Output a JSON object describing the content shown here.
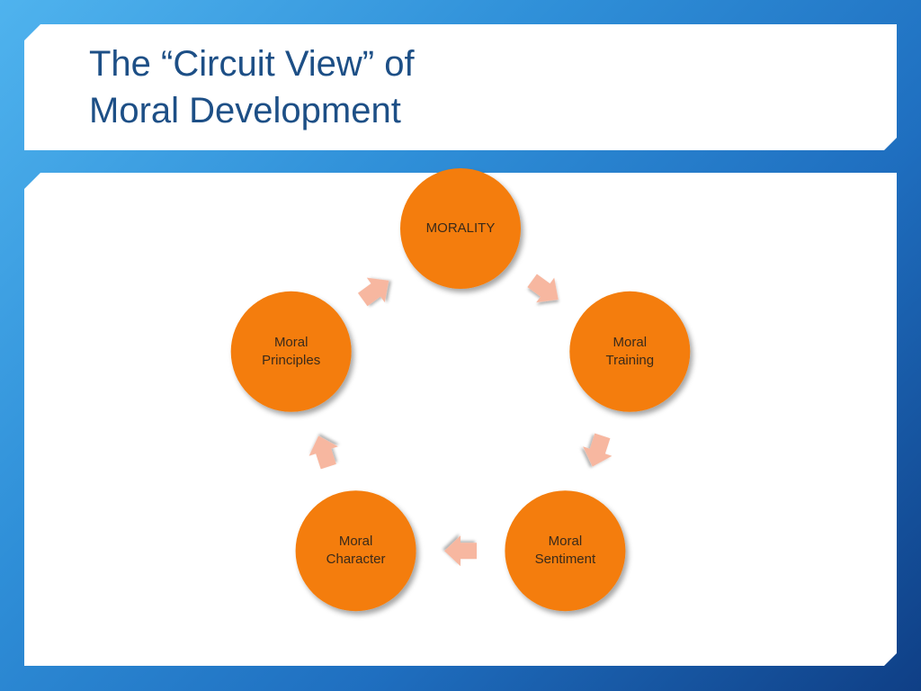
{
  "title": {
    "line1": "The “Circuit View” of",
    "line2": "Moral Development"
  },
  "diagram": {
    "type": "cycle",
    "node_color": "#f47d0a",
    "arrow_color": "#f7b7a0",
    "nodes": [
      {
        "id": "morality",
        "lines": [
          "MORALITY"
        ]
      },
      {
        "id": "moral-training",
        "lines": [
          "Moral",
          "Training"
        ]
      },
      {
        "id": "moral-sentiment",
        "lines": [
          "Moral",
          "Sentiment"
        ]
      },
      {
        "id": "moral-character",
        "lines": [
          "Moral",
          "Character"
        ]
      },
      {
        "id": "moral-principles",
        "lines": [
          "Moral",
          "Principles"
        ]
      }
    ],
    "edges": [
      {
        "from": "morality",
        "to": "moral-training"
      },
      {
        "from": "moral-training",
        "to": "moral-sentiment"
      },
      {
        "from": "moral-sentiment",
        "to": "moral-character"
      },
      {
        "from": "moral-character",
        "to": "moral-principles"
      },
      {
        "from": "moral-principles",
        "to": "morality"
      }
    ]
  }
}
